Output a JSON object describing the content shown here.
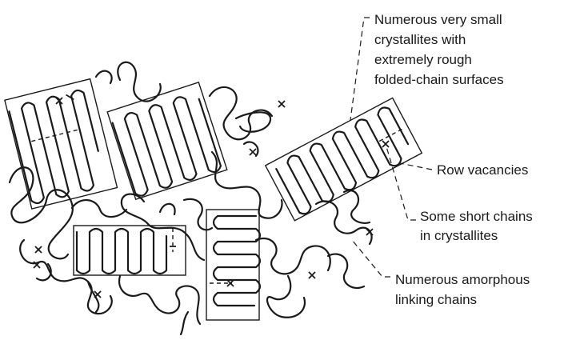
{
  "labels": {
    "crystallites": [
      "Numerous very small",
      "crystallites with",
      "extremely rough",
      "folded-chain surfaces"
    ],
    "row_vacancies": [
      "Row vacancies"
    ],
    "short_chains": [
      "Some short chains",
      "in crystallites"
    ],
    "amorphous": [
      "Numerous amorphous",
      "linking chains"
    ]
  },
  "colors": {
    "ink": "#1a1a1a",
    "background": "#ffffff"
  }
}
